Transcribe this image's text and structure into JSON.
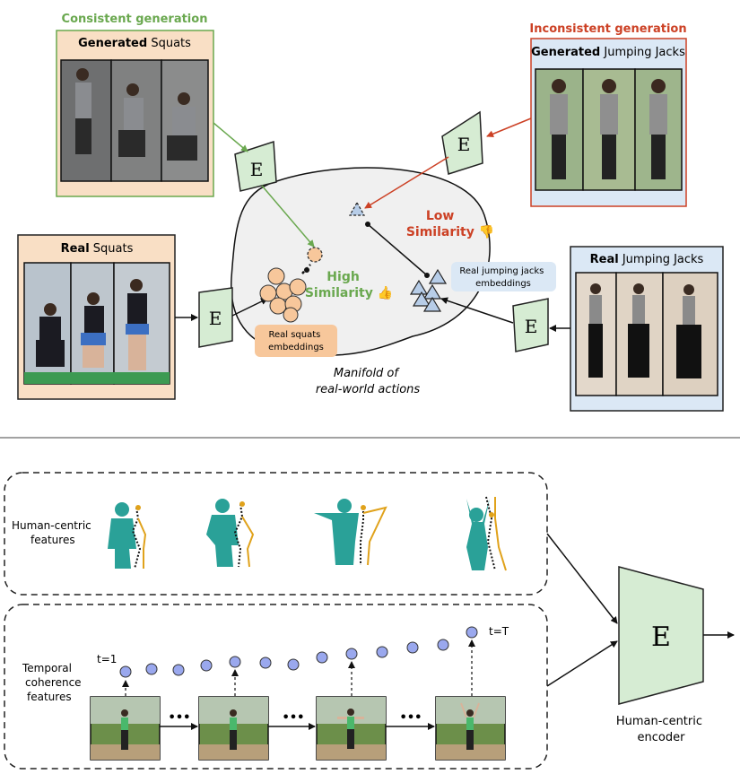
{
  "top": {
    "consistent_title": "Consistent generation",
    "inconsistent_title": "Inconsistent generation",
    "generated_squats": {
      "bold": "Generated",
      "rest": " Squats"
    },
    "generated_jacks": {
      "bold": "Generated",
      "rest": " Jumping Jacks"
    },
    "real_squats": {
      "bold": "Real",
      "rest": " Squats"
    },
    "real_jacks": {
      "bold": "Real",
      "rest": " Jumping Jacks"
    },
    "encoder_letter": "E",
    "high_similarity": {
      "line1": "High",
      "line2": "Similarity 👍"
    },
    "low_similarity": {
      "line1": "Low",
      "line2": "Similarity 👎"
    },
    "real_squats_embeddings": {
      "line1": "Real squats",
      "line2": "embeddings"
    },
    "real_jacks_embeddings": {
      "line1": "Real jumping jacks",
      "line2": "embeddings"
    },
    "manifold": {
      "line1": "Manifold of",
      "line2": "real-world actions"
    }
  },
  "bottom": {
    "human_centric_features": {
      "line1": "Human-centric",
      "line2": "features"
    },
    "temporal_features": {
      "line1": "Temporal",
      "line2": "coherence",
      "line3": "features"
    },
    "t_start": "t=1",
    "t_end": "t=T",
    "ellipsis": "•••",
    "encoder_letter": "E",
    "encoder_label": {
      "line1": "Human-centric",
      "line2": "encoder"
    }
  },
  "colors": {
    "green_text": "#6aa84f",
    "red_text": "#cc4125",
    "peach": "#f9dfc5",
    "light_blue": "#dbe8f5",
    "encoder_fill": "#d6ecd3",
    "embedding_orange": "#f7c79b",
    "triangle_blue": "#b7cde8",
    "teal": "#2aa198",
    "point_blue": "#9aa8ee"
  }
}
